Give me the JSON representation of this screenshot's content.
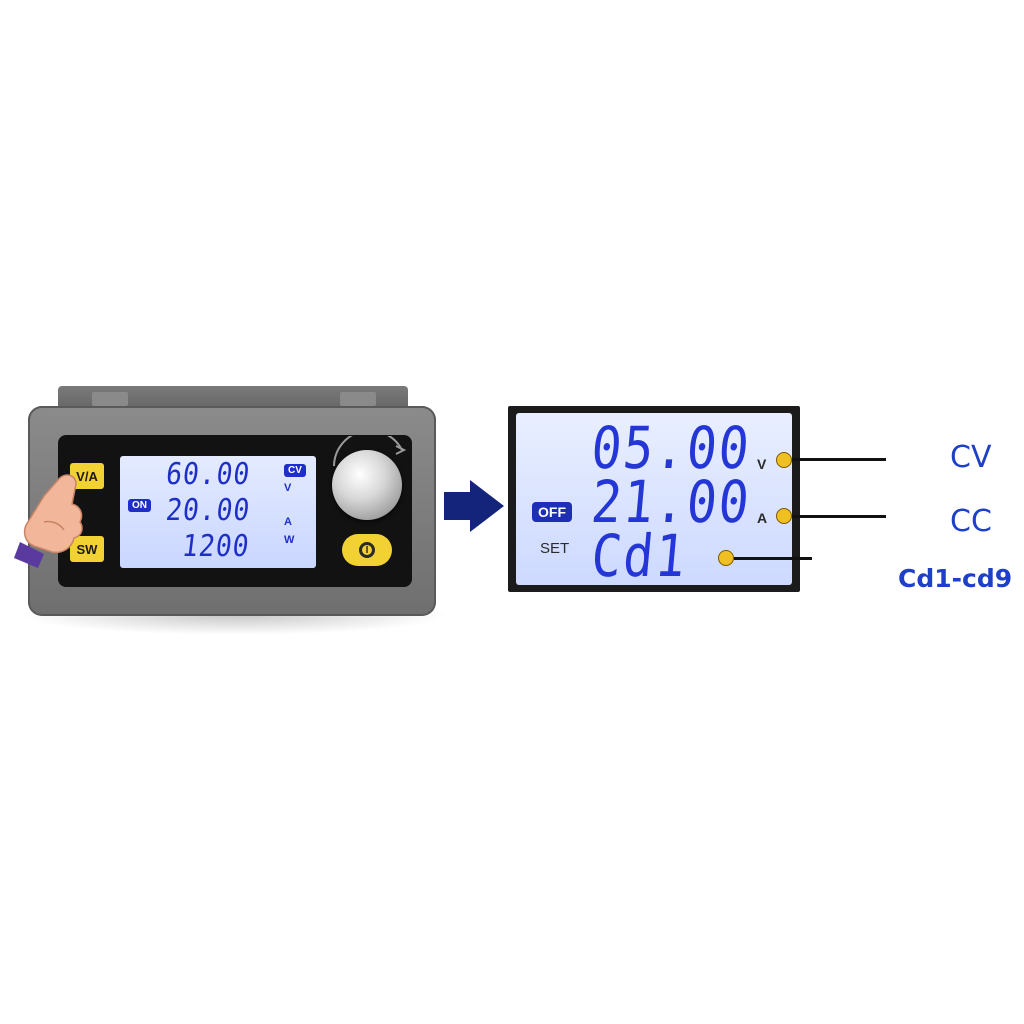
{
  "device": {
    "button_va": "V/A",
    "button_sw": "SW",
    "status_tag": "ON",
    "mode_tag": "CV",
    "display": {
      "voltage": "60.00",
      "current": "20.00",
      "power": "1200",
      "unit_v": "V",
      "unit_a": "A",
      "unit_w": "W"
    },
    "power_glyph": "I"
  },
  "lcd": {
    "status_tag": "OFF",
    "set_label": "SET",
    "row1": "05.00",
    "row2": "21.00",
    "row3": "Cd1",
    "unit_v": "V",
    "unit_a": "A"
  },
  "callouts": {
    "cv": "CV",
    "cc": "CC",
    "cd": "Cd1-cd9"
  },
  "colors": {
    "lcd_digits": "#2437d6",
    "callout_text": "#1e3fc8",
    "indicator_dot": "#f0bf21",
    "button_yellow": "#f2d233"
  }
}
